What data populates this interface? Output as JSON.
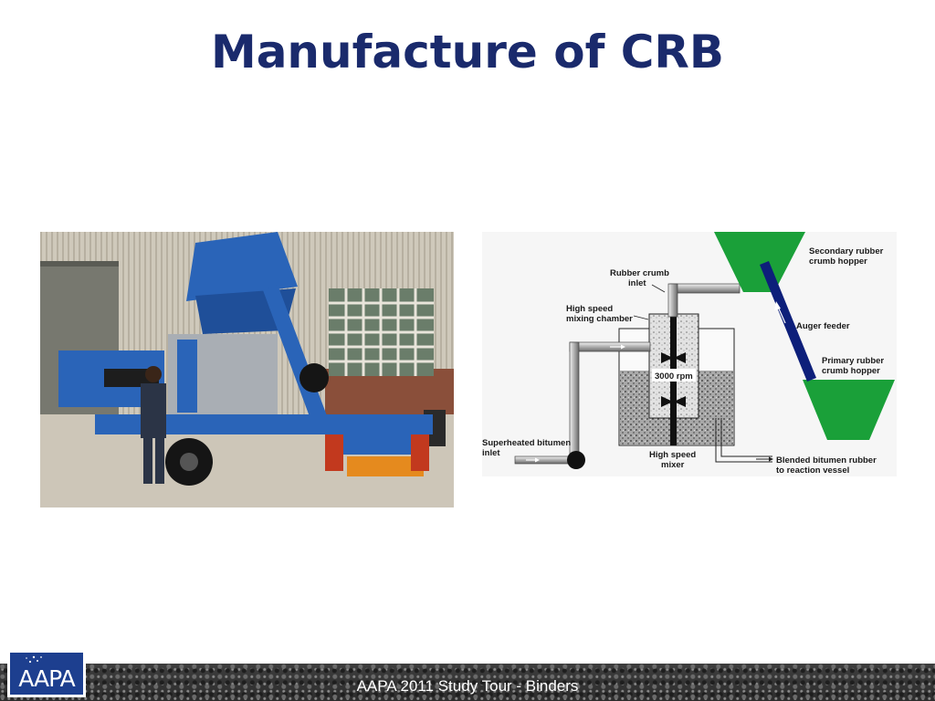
{
  "slide": {
    "title": "Manufacture of CRB",
    "footer": "AAPA 2011 Study Tour - Binders",
    "logo_text": "AAPA"
  },
  "diagram": {
    "labels": {
      "rubber_crumb_inlet_1": "Rubber crumb",
      "rubber_crumb_inlet_2": "inlet",
      "mixing_chamber_1": "High speed",
      "mixing_chamber_2": "mixing chamber",
      "rpm": "3000 rpm",
      "bitumen_inlet_1": "Superheated bitumen",
      "bitumen_inlet_2": "inlet",
      "mixer_1": "High speed",
      "mixer_2": "mixer",
      "blended_1": "Blended bitumen rubber",
      "blended_2": "to reaction vessel",
      "secondary_hopper_1": "Secondary rubber",
      "secondary_hopper_2": "crumb hopper",
      "auger": "Auger feeder",
      "primary_hopper_1": "Primary rubber",
      "primary_hopper_2": "crumb hopper"
    }
  },
  "colors": {
    "title": "#1a2a6c",
    "hopper": "#1aa039",
    "auger": "#0d1f7a",
    "machine": "#2a64b8"
  }
}
